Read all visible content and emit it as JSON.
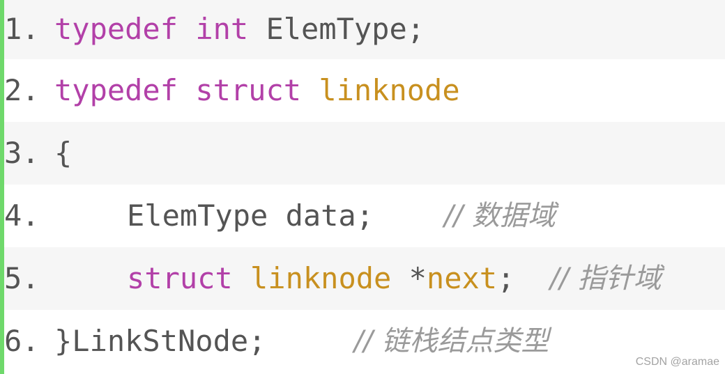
{
  "code": {
    "lines": [
      {
        "num": "1.",
        "tokens": [
          "typedef",
          "int",
          "ElemType;"
        ]
      },
      {
        "num": "2.",
        "tokens": [
          "typedef",
          "struct",
          "linknode"
        ]
      },
      {
        "num": "3.",
        "tokens": [
          "{"
        ]
      },
      {
        "num": "4.",
        "tokens": [
          "ElemType data;"
        ],
        "comment": "// 数据域"
      },
      {
        "num": "5.",
        "tokens": [
          "struct",
          "linknode",
          "*",
          "next",
          ";"
        ],
        "comment": "// 指针域"
      },
      {
        "num": "6.",
        "tokens": [
          "}LinkStNode;"
        ],
        "comment": "// 链栈结点类型"
      }
    ]
  },
  "watermark": "CSDN @aramae",
  "colors": {
    "keyword": "#b240a8",
    "type_name": "#c8901f",
    "plain": "#545454",
    "comment": "#9a9a9a",
    "gutter_bar": "#6fd96b",
    "stripe": "#f6f6f6"
  }
}
